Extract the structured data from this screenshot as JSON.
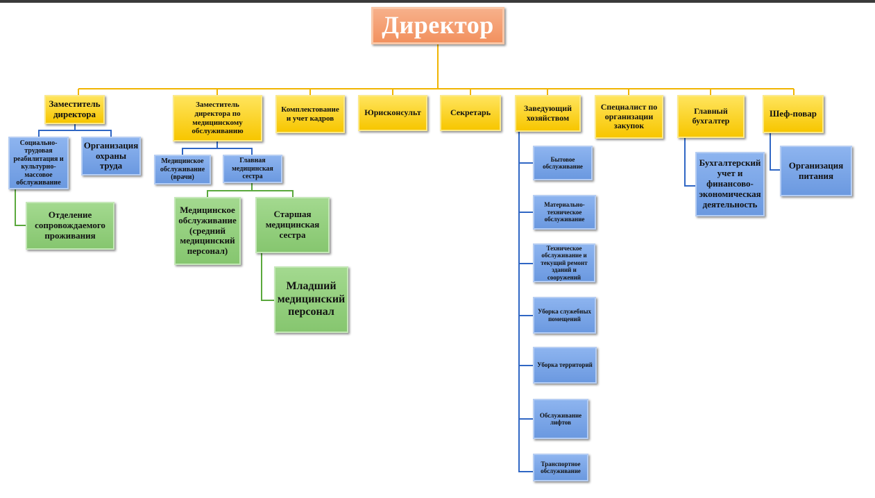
{
  "director": "Директор",
  "level1": {
    "deputy": "Заместитель директора",
    "deputy_medical": "Заместитель директора по медицинскому обслуживанию",
    "staffing": "Комплектование и учет кадров",
    "lawyer": "Юрисконсульт",
    "secretary": "Секретарь",
    "household_head": "Заведующий хозяйством",
    "procurement": "Специалист по организации закупок",
    "chief_accountant": "Главный бухгалтер",
    "chef": "Шеф-повар"
  },
  "deputy_units": {
    "social_rehab": "Социально-трудовая реабилитация и культурно-массовое обслуживание",
    "labor_safety": "Организация охраны труда",
    "accompanied_living": "Отделение сопровождаемого проживания"
  },
  "medical_units": {
    "doctors": "Медицинское обслуживание (врачи)",
    "head_nurse": "Главная медицинская сестра",
    "mid_staff": "Медицинское обслуживание (средний медицинский персонал)",
    "senior_nurse": "Старшая медицинская сестра",
    "junior_staff": "Младший медицинский персонал"
  },
  "household_units": [
    "Бытовое обслуживание",
    "Материально-техническое обслуживание",
    "Техническое обслуживание и текущий ремонт зданий и сооружений",
    "Уборка служебных помещений",
    "Уборка территорий",
    "Обслуживание лифтов",
    "Транспортное обслуживание"
  ],
  "accounting_unit": "Бухгалтерский учет и финансово-экономическая деятельность",
  "catering_unit": "Организация питания",
  "colors": {
    "director": "#f2915f",
    "level1": "#f7c600",
    "blue_units": "#6b99e0",
    "green_units": "#86c66f",
    "yellow_line": "#f0b400",
    "blue_line": "#2f66c4",
    "green_line": "#5aa83c"
  }
}
